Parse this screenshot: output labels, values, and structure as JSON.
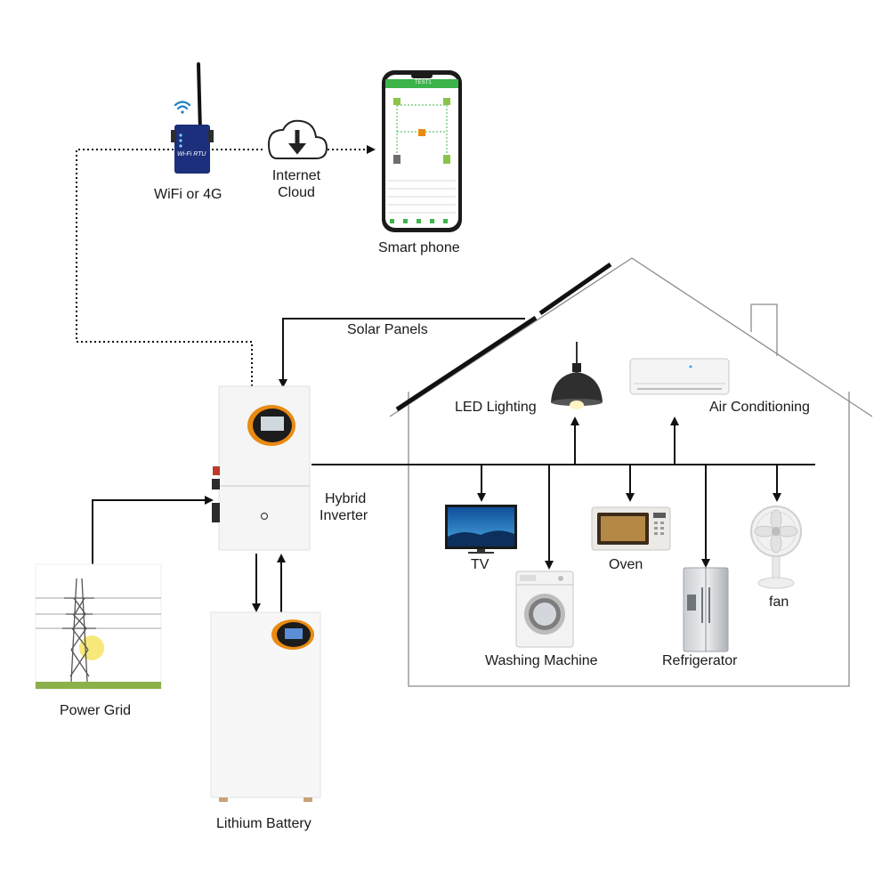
{
  "devices": {
    "wifi": {
      "label": "WiFi or 4G",
      "device_text": "Wi-Fi RTU",
      "icon": "wifi-icon"
    },
    "cloud": {
      "label_line1": "Internet",
      "label_line2": "Cloud",
      "icon": "cloud-download-icon"
    },
    "phone": {
      "label": "Smart phone",
      "app_title": "TEST1"
    },
    "inverter": {
      "label_line1": "Hybrid",
      "label_line2": "Inverter"
    },
    "battery": {
      "label": "Lithium Battery"
    },
    "grid": {
      "label": "Power Grid"
    }
  },
  "house": {
    "solar_label": "Solar Panels",
    "appliances": {
      "led": "LED Lighting",
      "ac": "Air Conditioning",
      "tv": "TV",
      "oven": "Oven",
      "fan": "fan",
      "washer": "Washing Machine",
      "fridge": "Refrigerator"
    }
  },
  "colors": {
    "line": "#111111",
    "accent_orange": "#e98a12",
    "app_green": "#3cb44a",
    "device_navy": "#1c2f7c",
    "sky_blue": "#1d7fc4"
  }
}
